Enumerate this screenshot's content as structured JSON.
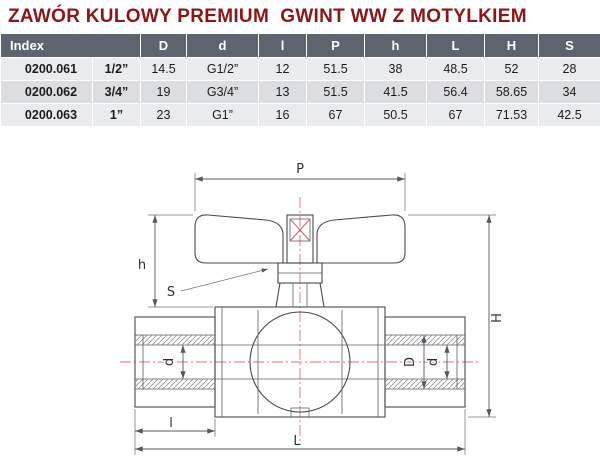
{
  "title": "ZAWÓR KULOWY PREMIUM  GWINT WW Z MOTYLKIEM",
  "table": {
    "headers": [
      "Index",
      "D",
      "d",
      "l",
      "P",
      "h",
      "L",
      "H",
      "S"
    ],
    "rows": [
      [
        "0200.061",
        "1/2”",
        "14.5",
        "G1/2”",
        "12",
        "51.5",
        "38",
        "48.5",
        "52",
        "28"
      ],
      [
        "0200.062",
        "3/4”",
        "19",
        "G3/4”",
        "13",
        "51.5",
        "41.5",
        "56.4",
        "58.65",
        "34"
      ],
      [
        "0200.063",
        "1”",
        "23",
        "G1”",
        "16",
        "67",
        "50.5",
        "67",
        "71.53",
        "42.5"
      ]
    ]
  },
  "diagram": {
    "description": "ball-valve-with-butterfly-handle-section-drawing",
    "dim_labels": {
      "P": "P",
      "h": "h",
      "S": "S",
      "H": "H",
      "d_left": "d",
      "D": "D",
      "d_right": "d",
      "l": "l",
      "L": "L"
    }
  },
  "colors": {
    "title_text": "#8e1515",
    "table_header_bg": "#5d6470",
    "table_header_text": "#ffffff",
    "row_light": "#eaebef",
    "row_dark": "#dcdde2",
    "drawing_line": "#4a4a50",
    "centerline_red": "#dd7070"
  }
}
